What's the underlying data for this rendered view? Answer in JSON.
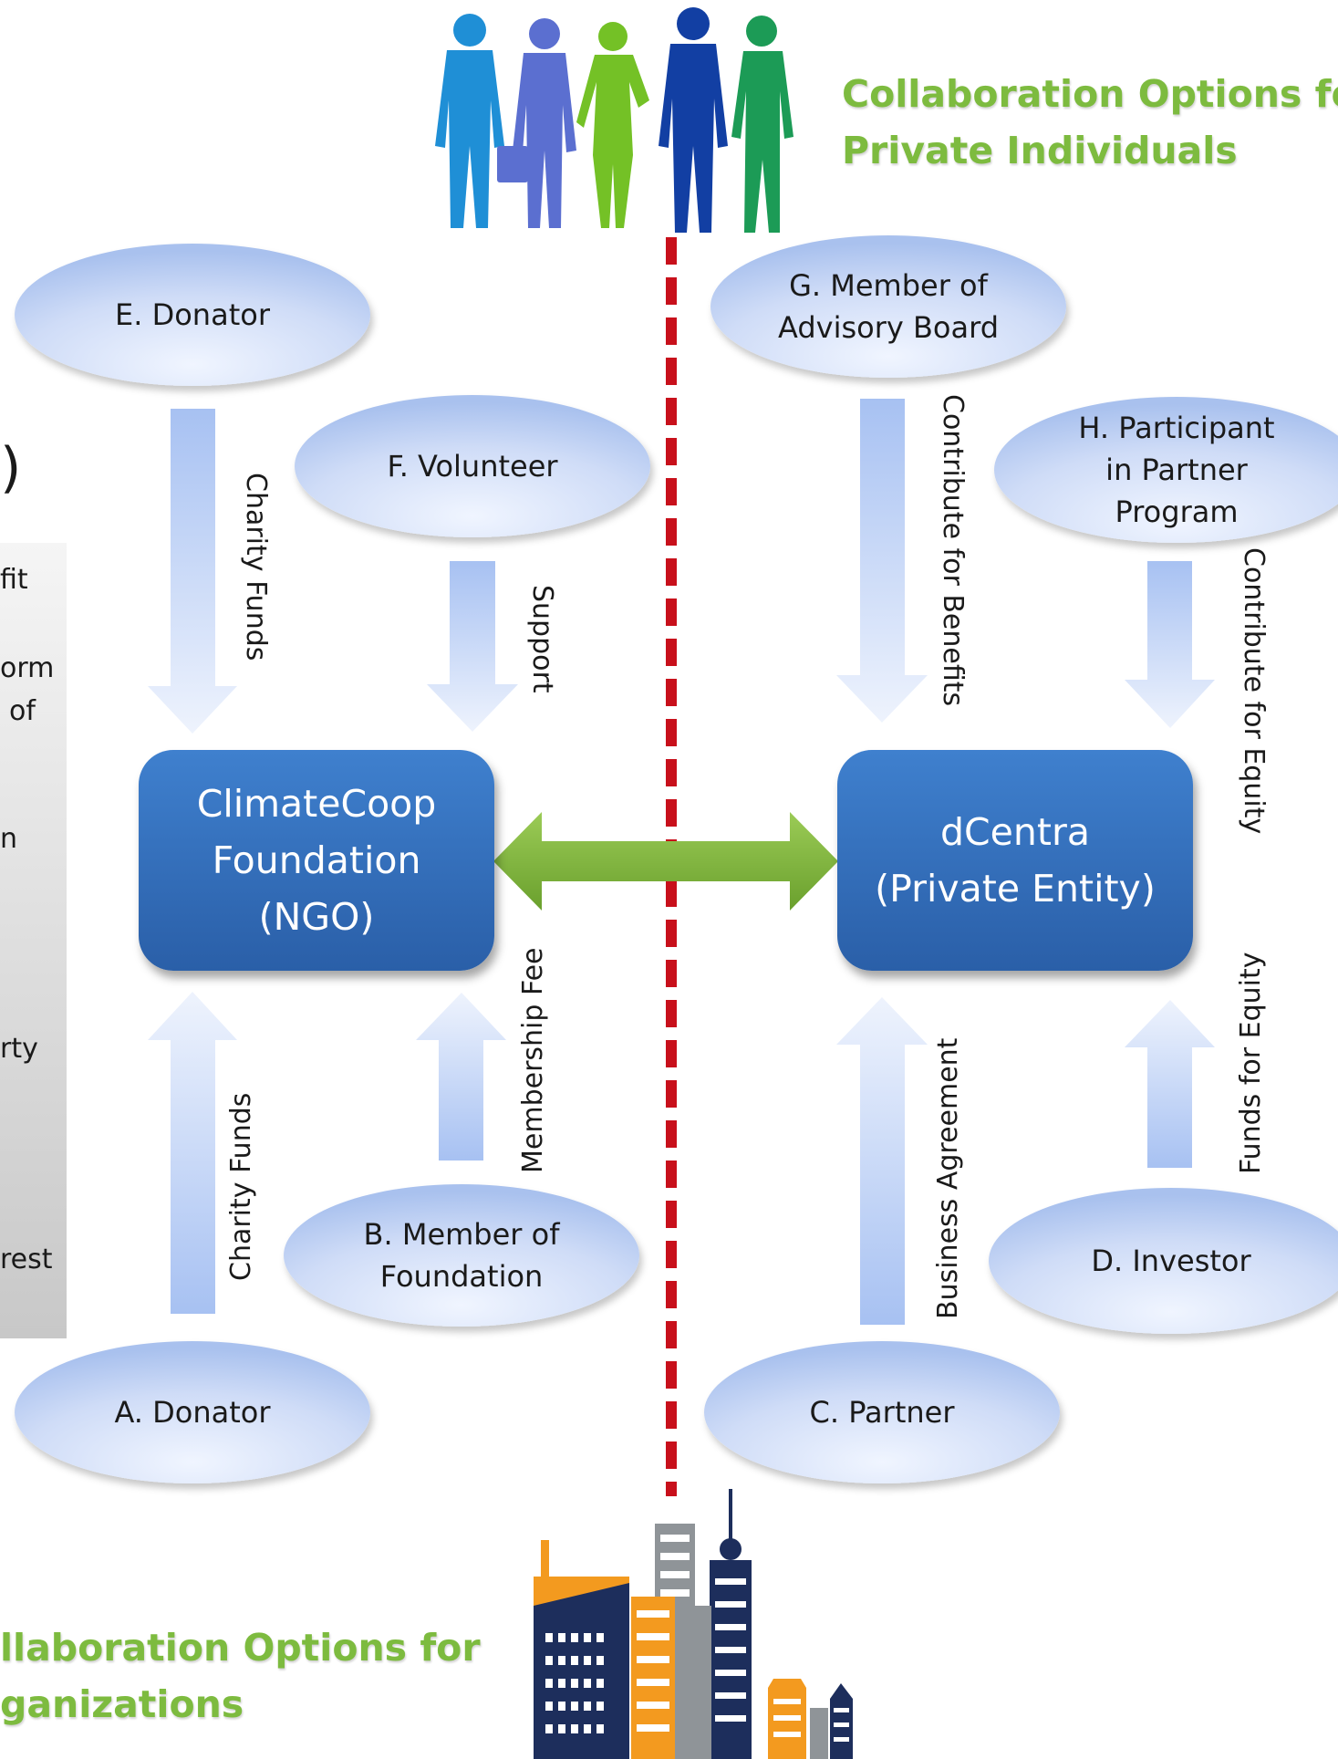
{
  "headings": {
    "individuals": [
      "Collaboration Options for",
      "Private Individuals"
    ],
    "organizations": [
      "llaboration Options for",
      "ganizations"
    ]
  },
  "nodes": {
    "e_donator": [
      "E. Donator"
    ],
    "f_volunteer": [
      "F. Volunteer"
    ],
    "g_advisory": [
      "G. Member of",
      "Advisory Board"
    ],
    "h_participant": [
      "H. Participant",
      "in Partner",
      "Program"
    ],
    "a_donator": [
      "A. Donator"
    ],
    "b_member": [
      "B. Member of",
      "Foundation"
    ],
    "c_partner": [
      "C. Partner"
    ],
    "d_investor": [
      "D. Investor"
    ]
  },
  "entities": {
    "ngo": [
      "ClimateCoop",
      "Foundation",
      "(NGO)"
    ],
    "private": [
      "dCentra",
      "(Private Entity)"
    ]
  },
  "flows": {
    "charity_funds_top": "Charity Funds",
    "support": "Support",
    "contribute_benefits": "Contribute for Benefits",
    "contribute_equity": "Contribute for Equity",
    "charity_funds_bottom": "Charity Funds",
    "membership_fee": "Membership Fee",
    "business_agreement": "Business Agreement",
    "funds_equity": "Funds for Equity"
  },
  "sidebar_fragments": [
    ")",
    "fit",
    "orm",
    "of",
    "n",
    "rty",
    "rest"
  ],
  "icons": [
    "people-silhouettes-icon",
    "city-buildings-icon"
  ],
  "colors": {
    "heading_green": "#7dbb3f",
    "entity_blue": "#2f6bb5",
    "oval_blue": "#c9d9f6",
    "divider_red": "#c8101b",
    "link_green": "#7fb43c"
  }
}
